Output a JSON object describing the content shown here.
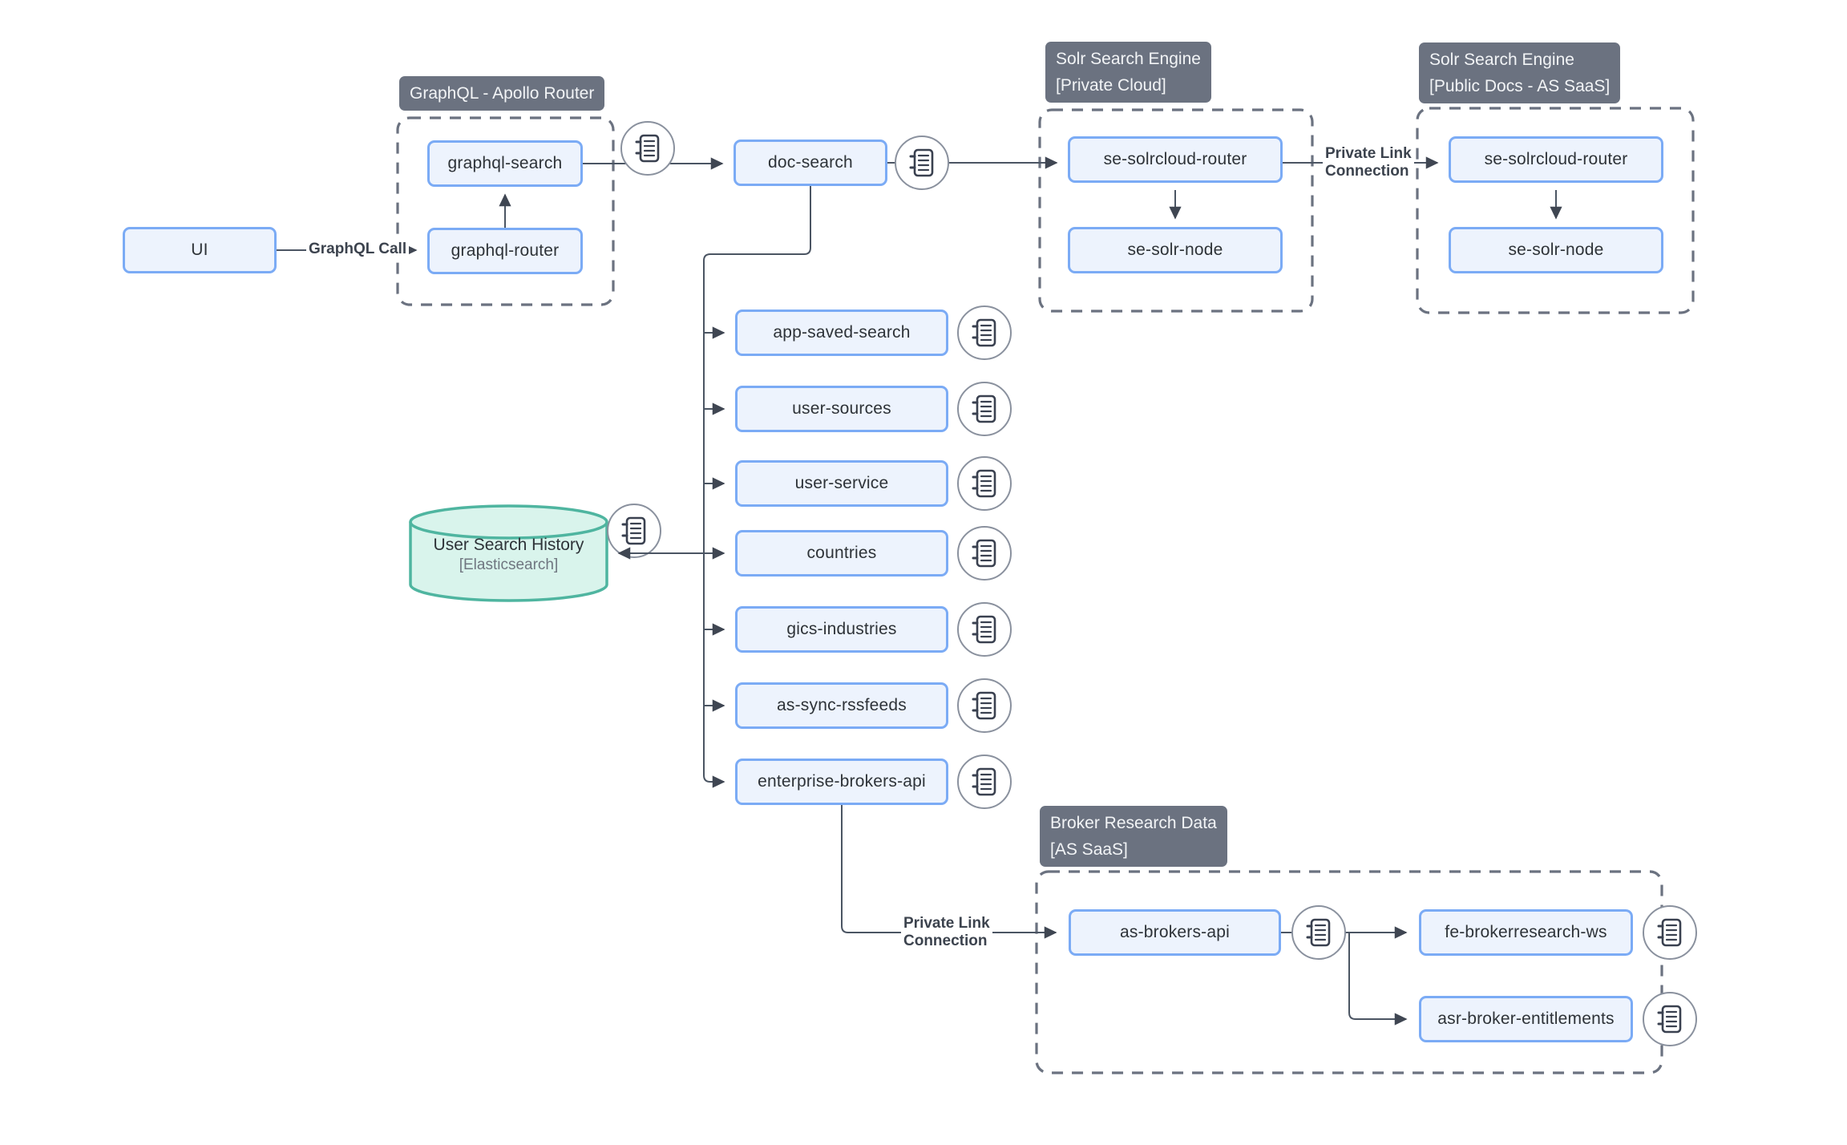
{
  "diagram": {
    "nodes": {
      "ui": "UI",
      "graphql_search": "graphql-search",
      "graphql_router": "graphql-router",
      "doc_search": "doc-search",
      "se_solrcloud_router_private": "se-solrcloud-router",
      "se_solr_node_private": "se-solr-node",
      "se_solrcloud_router_public": "se-solrcloud-router",
      "se_solr_node_public": "se-solr-node",
      "app_saved_search": "app-saved-search",
      "user_sources": "user-sources",
      "user_service": "user-service",
      "countries": "countries",
      "gics_industries": "gics-industries",
      "as_sync_rssfeeds": "as-sync-rssfeeds",
      "enterprise_brokers_api": "enterprise-brokers-api",
      "as_brokers_api": "as-brokers-api",
      "fe_brokerresearch_ws": "fe-brokerresearch-ws",
      "asr_broker_entitlements": "asr-broker-entitlements"
    },
    "groups": {
      "graphql": {
        "title": "GraphQL - Apollo Router"
      },
      "solr_private": {
        "title": "Solr Search Engine",
        "subtitle": "[Private Cloud]"
      },
      "solr_public": {
        "title": "Solr Search Engine",
        "subtitle": "[Public Docs - AS SaaS]"
      },
      "broker": {
        "title": "Broker Research Data",
        "subtitle": "[AS SaaS]"
      }
    },
    "database": {
      "title": "User Search History",
      "subtitle": "[Elasticsearch]"
    },
    "edge_labels": {
      "graphql_call": "GraphQL Call",
      "private_link_solr": {
        "line1": "Private Link",
        "line2": "Connection"
      },
      "private_link_broker": {
        "line1": "Private Link",
        "line2": "Connection"
      }
    },
    "icons": {
      "connector_badge": "notes-icon"
    },
    "colors": {
      "node_fill": "#edf3fd",
      "node_border": "#7babf5",
      "group_gray": "#6b7280",
      "group_text": "#f2f4f6",
      "line": "#4b5563",
      "arrowhead": "#3f4652",
      "db_fill": "#d9f4ec",
      "db_border": "#4fb5a0",
      "icon_circle_stroke": "#8a919e",
      "text_dark": "#2e3338",
      "text_gray": "#6f7680"
    }
  }
}
